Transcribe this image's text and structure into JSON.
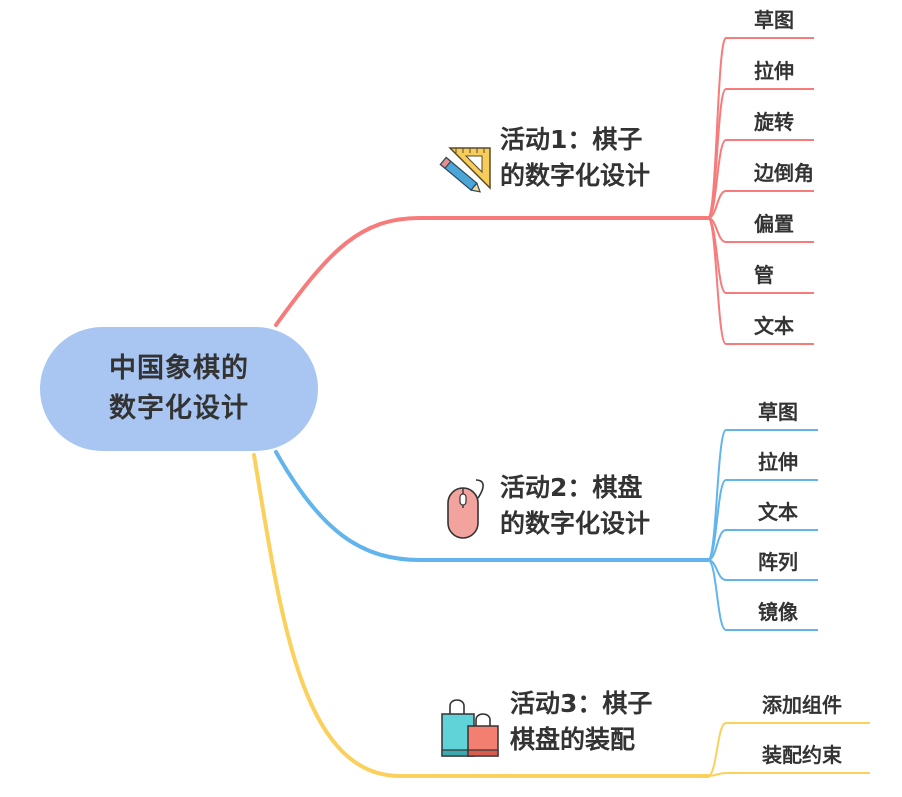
{
  "root": {
    "line1": "中国象棋的",
    "line2": "数字化设计",
    "color": "#a9c6f2"
  },
  "branches": [
    {
      "line1": "活动1：棋子",
      "line2": "的数字化设计",
      "color": "#f77b7b",
      "icon": "ruler-pencil-icon",
      "leaves": [
        "草图",
        "拉伸",
        "旋转",
        "边倒角",
        "偏置",
        "管",
        "文本"
      ]
    },
    {
      "line1": "活动2：棋盘",
      "line2": "的数字化设计",
      "color": "#62b4ec",
      "icon": "mouse-icon",
      "leaves": [
        "草图",
        "拉伸",
        "文本",
        "阵列",
        "镜像"
      ]
    },
    {
      "line1": "活动3：棋子",
      "line2": "棋盘的装配",
      "color": "#fcd05c",
      "icon": "shopping-bags-icon",
      "leaves": [
        "添加组件",
        "装配约束"
      ]
    }
  ]
}
